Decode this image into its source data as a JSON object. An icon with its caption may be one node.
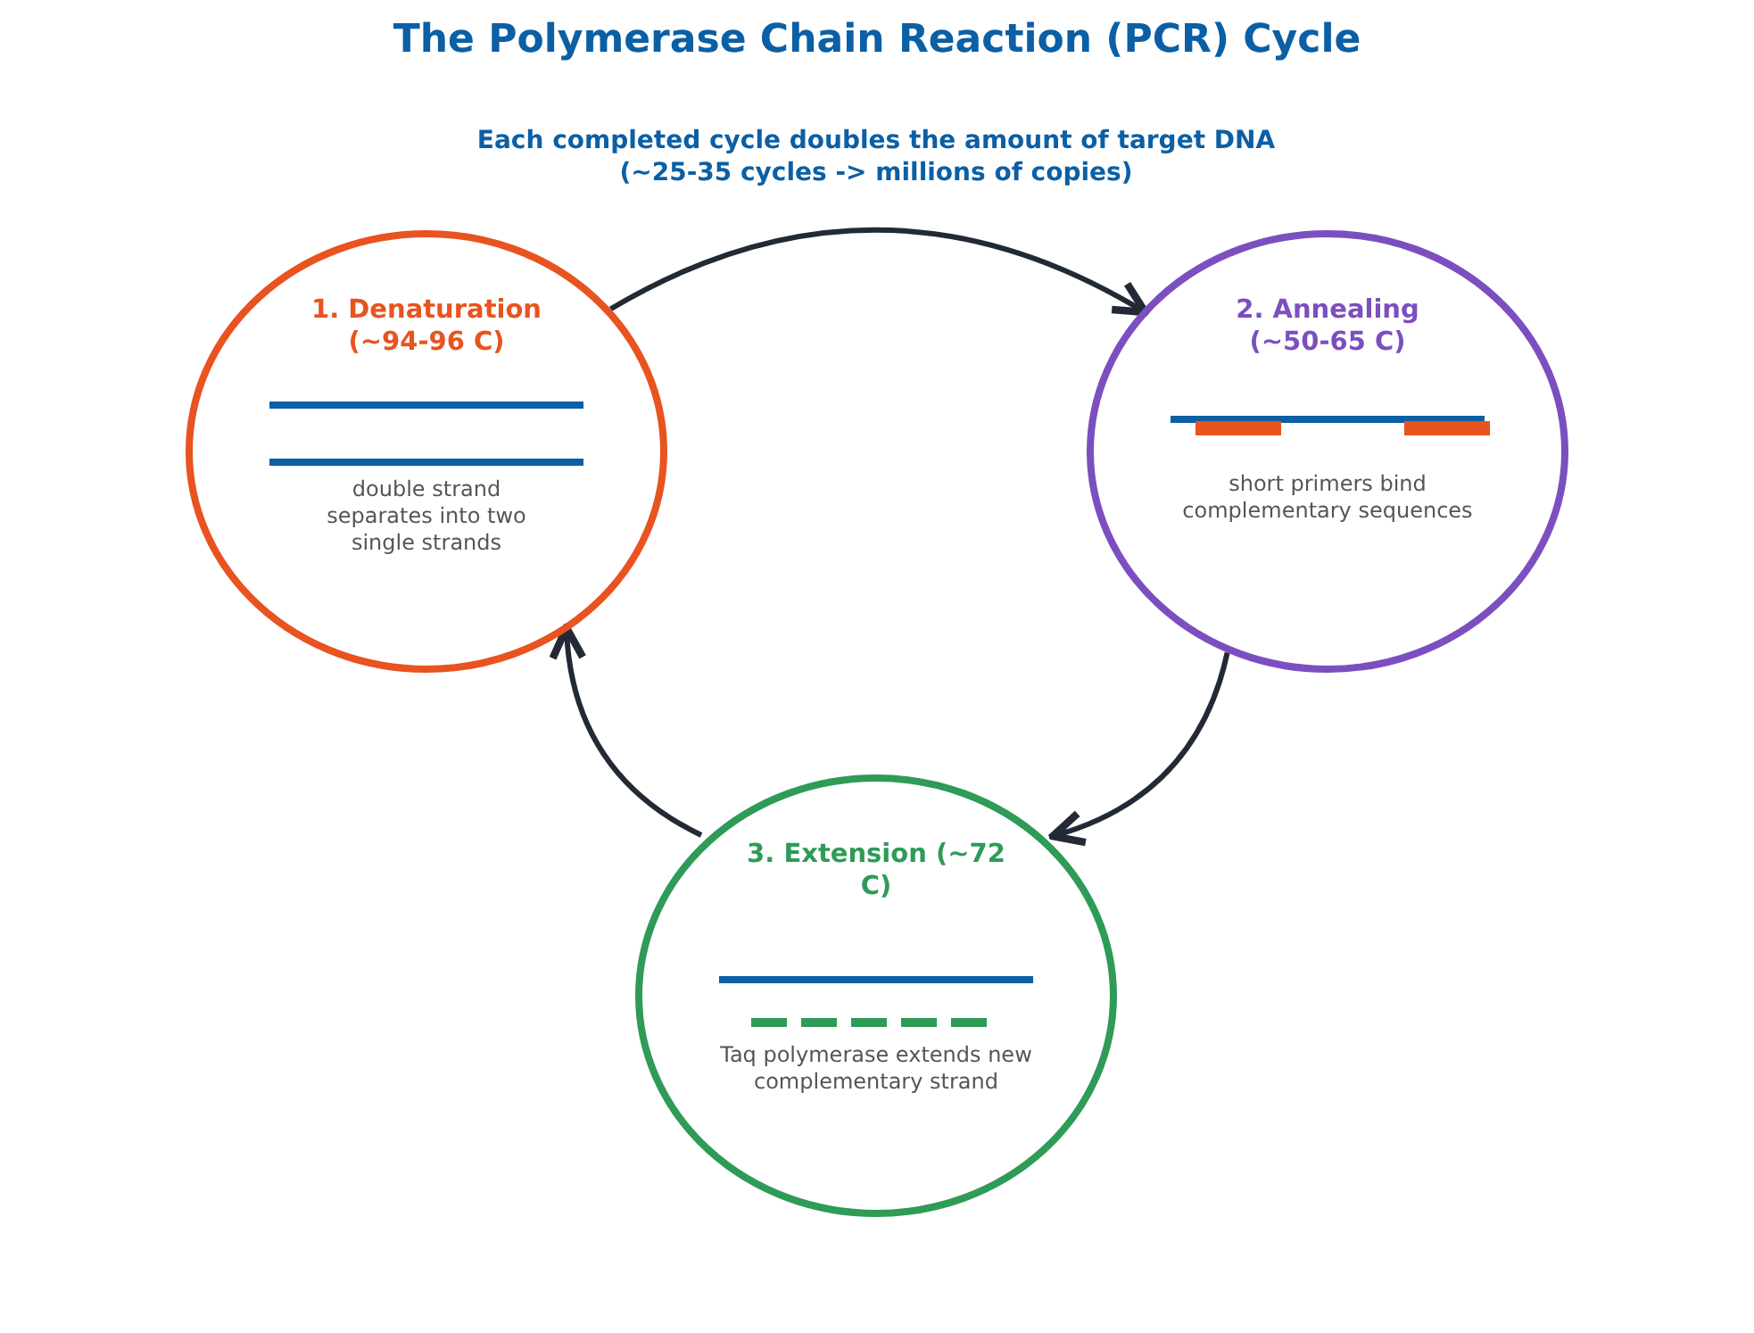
{
  "diagram": {
    "title": "The Polymerase Chain Reaction (PCR) Cycle",
    "nodes": [
      {
        "text": [
          "1. Denaturation (~94-96 C)",
          "double strand separates into two single strands"
        ]
      },
      {
        "text": [
          "2. Annealing (~50-65 C)",
          "short primers bind complementary sequences"
        ]
      },
      {
        "text": [
          "3. Extension (~72 C)",
          "Taq polymerase extends new complementary strand"
        ]
      }
    ],
    "edges": [
      {
        "from": 0,
        "to": 1,
        "arrow": "to"
      },
      {
        "from": 1,
        "to": 2,
        "arrow": "to"
      },
      {
        "from": 2,
        "to": 0,
        "arrow": "to"
      }
    ],
    "labels": [
      "Each completed cycle doubles the amount of target DNA (~25-35 cycles -> millions of copies)"
    ]
  }
}
